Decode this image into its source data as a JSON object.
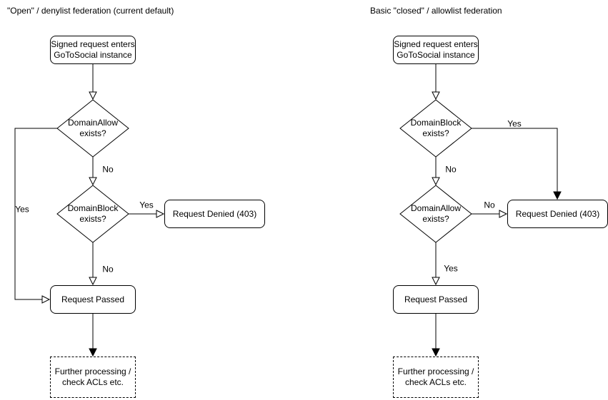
{
  "colors": {
    "background": "#ffffff",
    "stroke": "#000000",
    "node_fill": "#ffffff",
    "text": "#000000"
  },
  "diagrams": [
    {
      "title": "\"Open\" / denylist federation (current default)",
      "nodes": {
        "start": {
          "line1": "Signed request enters",
          "line2": "GoToSocial instance"
        },
        "decision1": {
          "line1": "DomainAllow",
          "line2": "exists?"
        },
        "decision2": {
          "line1": "DomainBlock",
          "line2": "exists?"
        },
        "denied": "Request Denied (403)",
        "passed": "Request Passed",
        "further": {
          "line1": "Further processing /",
          "line2": "check ACLs etc."
        }
      },
      "edge_labels": {
        "decision1_no": "No",
        "decision1_yes": "Yes",
        "decision2_yes": "Yes",
        "decision2_no": "No"
      }
    },
    {
      "title": "Basic \"closed\" / allowlist federation",
      "nodes": {
        "start": {
          "line1": "Signed request enters",
          "line2": "GoToSocial instance"
        },
        "decision1": {
          "line1": "DomainBlock",
          "line2": "exists?"
        },
        "decision2": {
          "line1": "DomainAllow",
          "line2": "exists?"
        },
        "denied": "Request Denied (403)",
        "passed": "Request Passed",
        "further": {
          "line1": "Further processing /",
          "line2": "check ACLs etc."
        }
      },
      "edge_labels": {
        "decision1_yes": "Yes",
        "decision1_no": "No",
        "decision2_no": "No",
        "decision2_yes": "Yes"
      }
    }
  ]
}
